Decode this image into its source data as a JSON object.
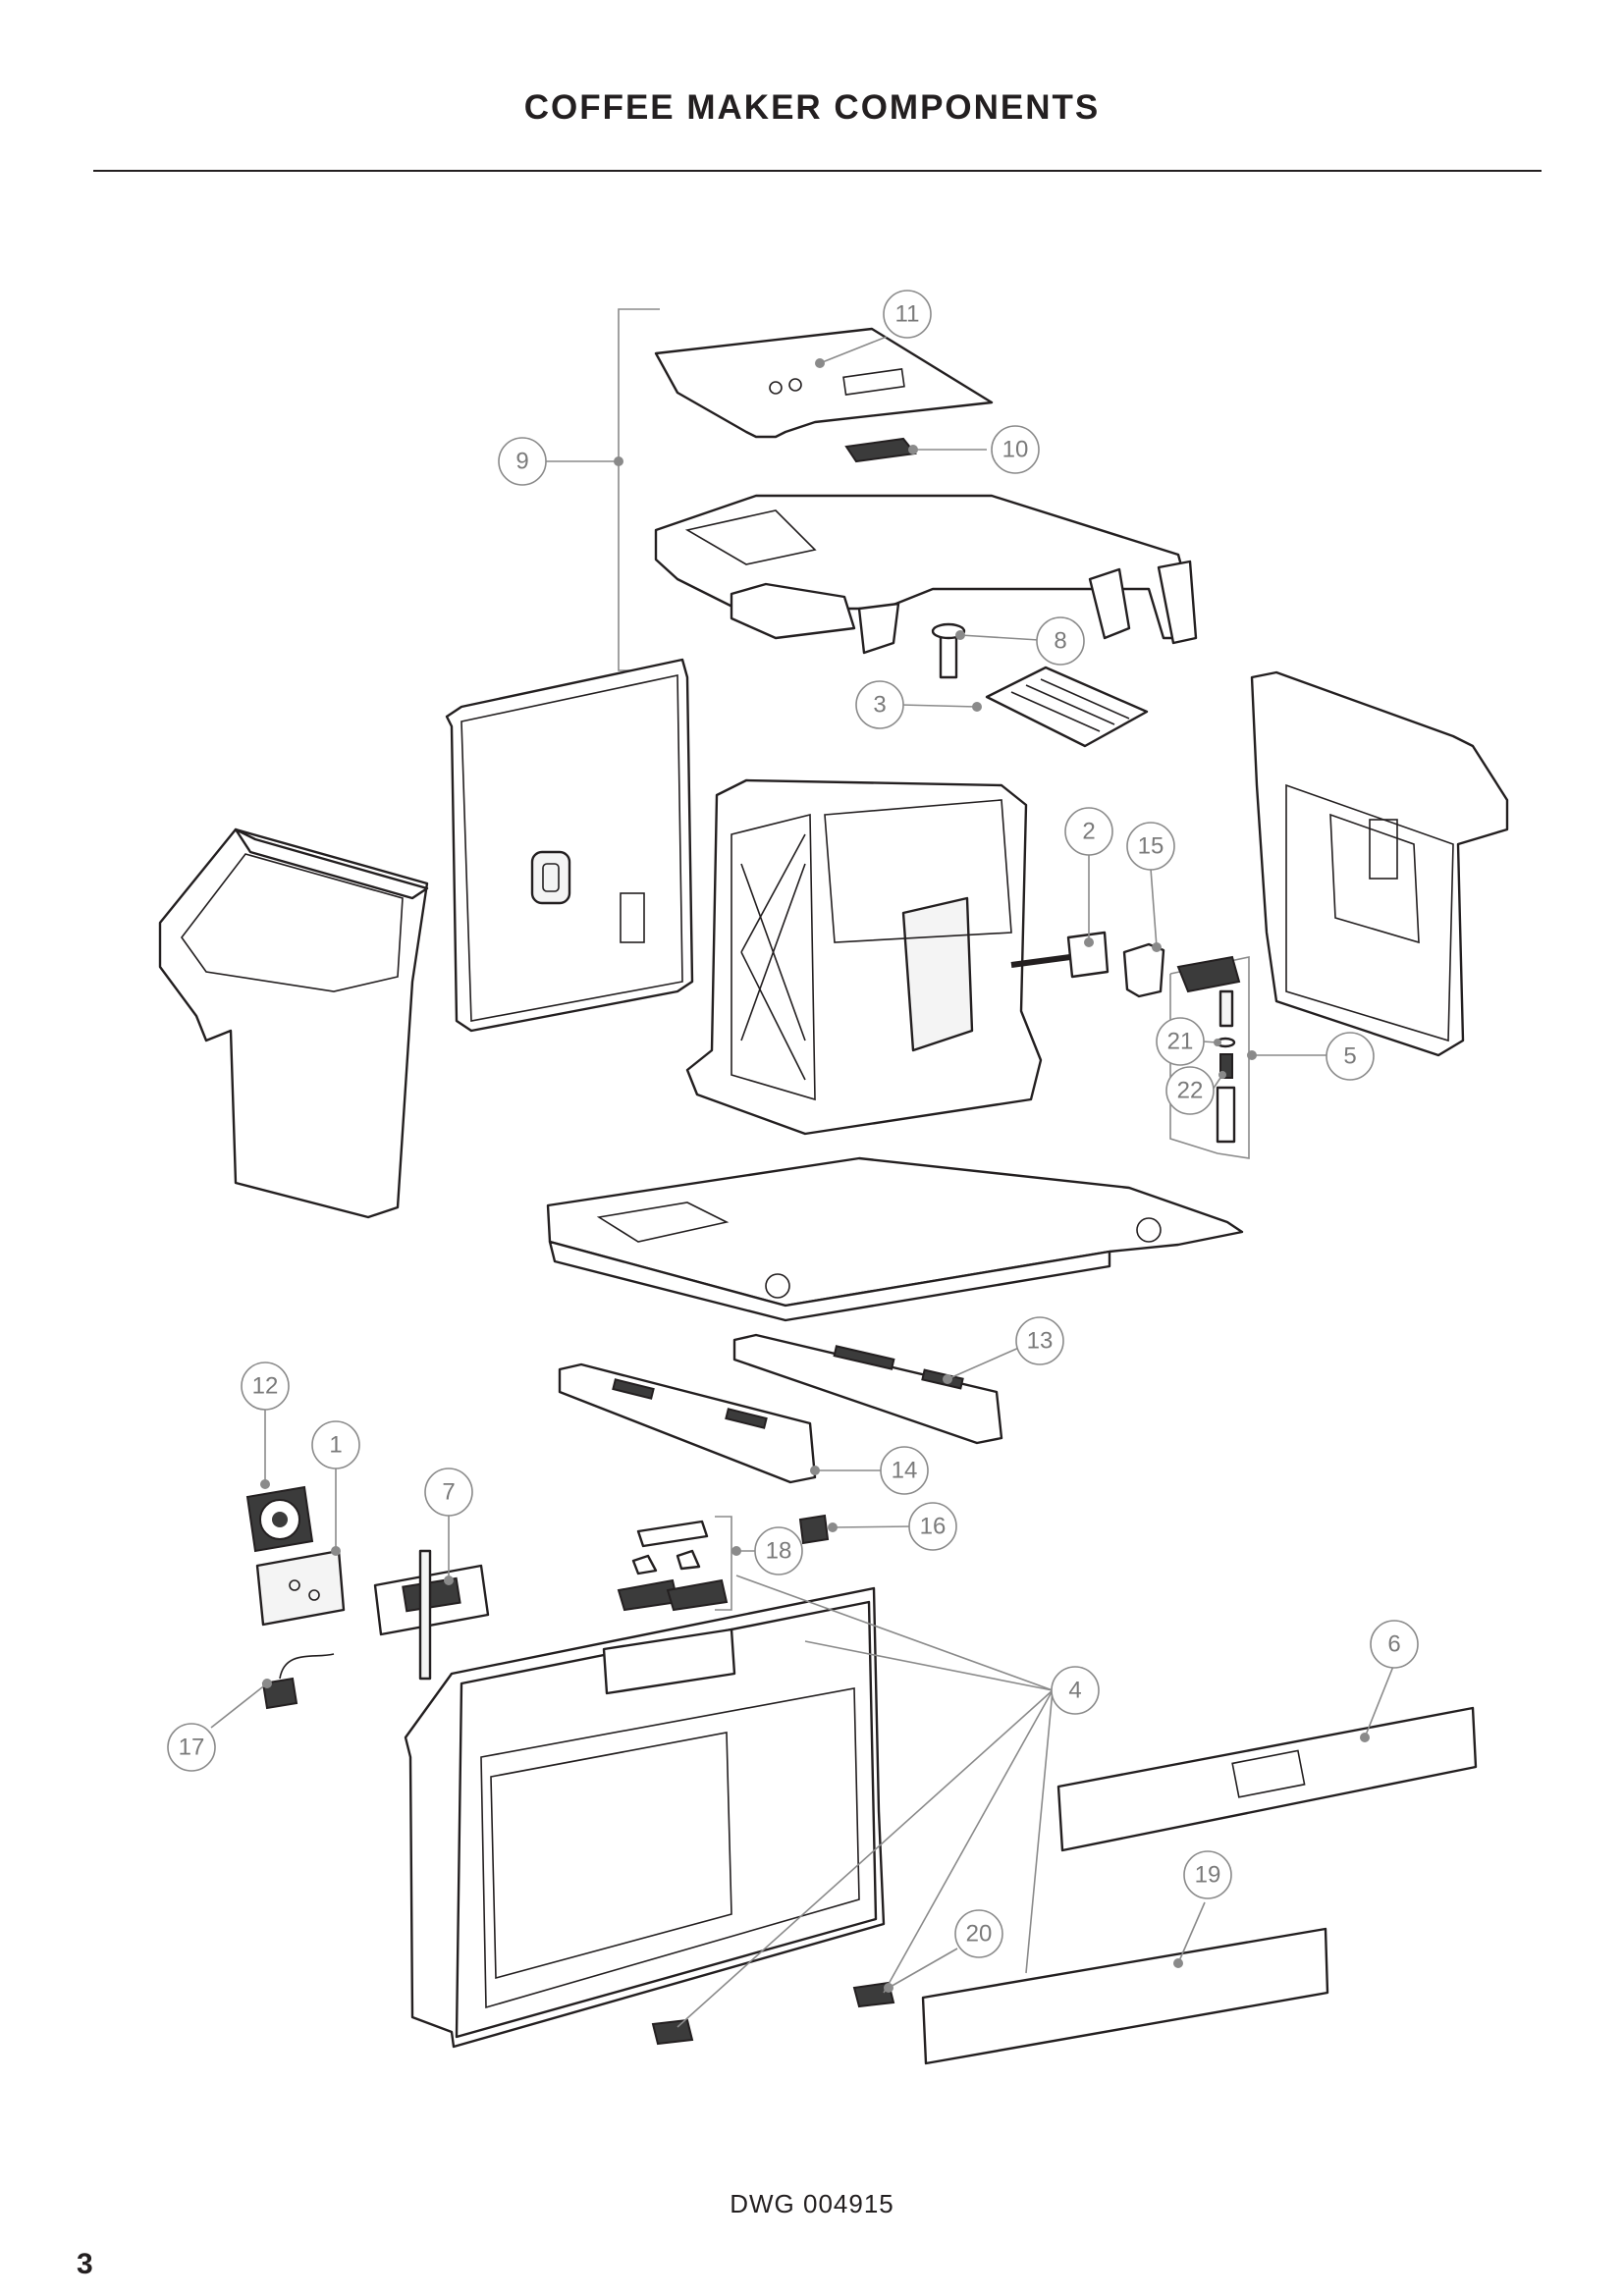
{
  "page": {
    "title": "COFFEE MAKER COMPONENTS",
    "drawing_number": "DWG 004915",
    "page_number": "3"
  },
  "callouts": [
    "1",
    "2",
    "3",
    "4",
    "5",
    "6",
    "7",
    "8",
    "9",
    "10",
    "11",
    "12",
    "13",
    "14",
    "15",
    "16",
    "17",
    "18",
    "19",
    "20",
    "21",
    "22"
  ],
  "colors": {
    "ink": "#231f20",
    "callout": "#8a8a8a"
  }
}
